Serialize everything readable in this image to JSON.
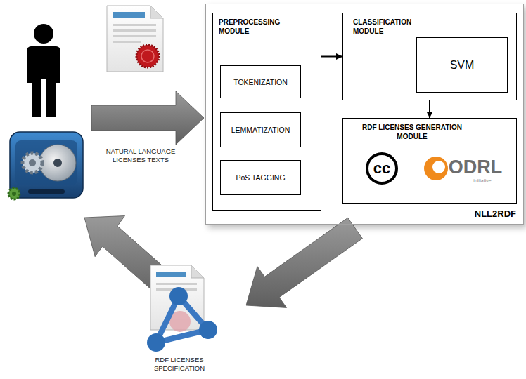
{
  "diagram": {
    "nodes": [
      {
        "text": [
          "NLL2RDF"
        ]
      },
      {
        "text": [
          "PREPROCESSING MODULE"
        ],
        "in": 0
      },
      {
        "text": [
          "TOKENIZATION"
        ],
        "in": 1
      },
      {
        "text": [
          "LEMMATIZATION"
        ],
        "in": 1
      },
      {
        "text": [
          "PoS TAGGING"
        ],
        "in": 1
      },
      {
        "text": [
          "CLASSIFICATION MODULE"
        ],
        "in": 0
      },
      {
        "text": [
          "SVM"
        ],
        "in": 5
      },
      {
        "text": [
          "RDF LICENSES GENERATION MODULE"
        ],
        "in": 0
      }
    ],
    "edges": [
      {
        "from": 1,
        "to": 5,
        "arrow": "to"
      },
      {
        "from": 5,
        "to": 7,
        "arrow": "to"
      }
    ],
    "labels": [
      "NATURAL LANGUAGE LICENSES TEXTS",
      "RDF LICENSES SPECIFICATION",
      "cc",
      "ODRL",
      "initiative"
    ]
  }
}
